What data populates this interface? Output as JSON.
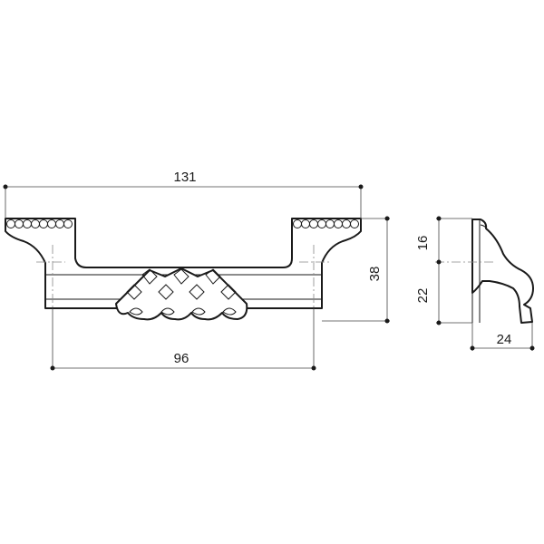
{
  "dimensions": {
    "overall_length": "131",
    "hole_spacing": "96",
    "height": "38",
    "depth_upper": "16",
    "depth_lower": "22",
    "projection": "24"
  }
}
